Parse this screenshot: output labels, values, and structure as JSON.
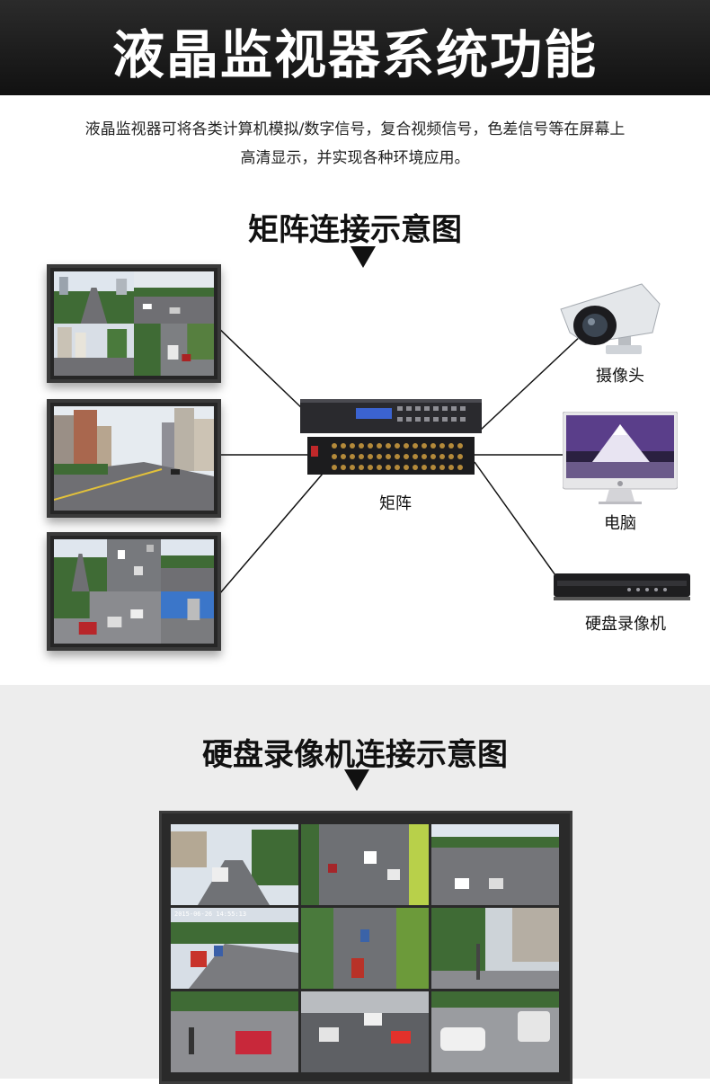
{
  "header": {
    "title": "液晶监视器系统功能"
  },
  "intro": {
    "line1": "液晶监视器可将各类计算机模拟/数字信号，复合视频信号，色差信号等在屏幕上",
    "line2": "高清显示，并实现各种环境应用。"
  },
  "matrix_section": {
    "title": "矩阵连接示意图",
    "matrix_label": "矩阵",
    "camera_label": "摄像头",
    "computer_label": "电脑",
    "dvr_label": "硬盘录像机"
  },
  "dvr_section": {
    "title": "硬盘录像机连接示意图",
    "timestamp": "2015-06-26 14:55:13"
  },
  "colors": {
    "header_bg": "#1e1e1e",
    "gray_bg": "#ededed",
    "road": "#6f6f73",
    "sky": "#dfe6ee",
    "trees": "#3f6b35"
  }
}
